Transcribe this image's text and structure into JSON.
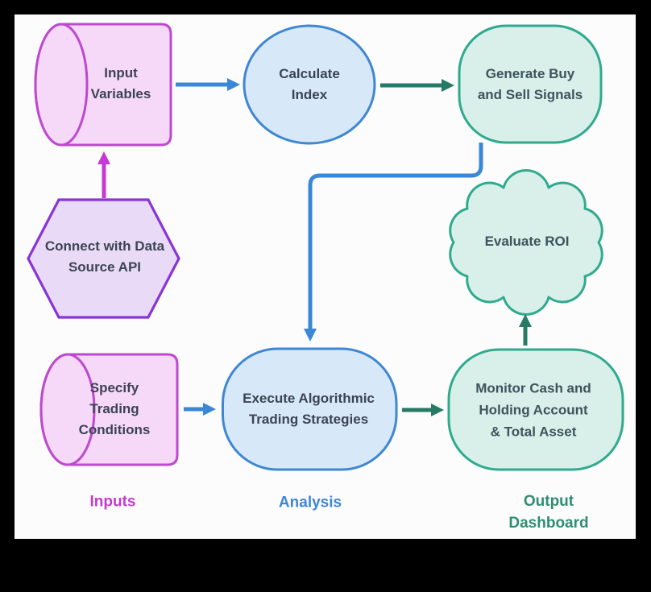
{
  "surface": {
    "background": "#fcfcfc",
    "frame": "#000000"
  },
  "edge_colors": {
    "blue": "#3a87d7",
    "green": "#277a66",
    "magenta": "#c43ad3"
  },
  "text_colors": {
    "node": "#3c4454",
    "teal_node": "#3c545c"
  },
  "nodes": {
    "input_variables": {
      "lines": [
        "Input",
        "Variables"
      ],
      "shape": "cylinder",
      "fill": "#f6d8f8",
      "stroke": "#bd49ce"
    },
    "connect_api": {
      "lines": [
        "Connect with Data",
        "Source API"
      ],
      "shape": "hexagon",
      "fill": "#e9daf7",
      "stroke": "#8a33d6"
    },
    "calculate_index": {
      "lines": [
        "Calculate",
        "Index"
      ],
      "shape": "circle",
      "fill": "#d7e8f8",
      "stroke": "#3f87d2"
    },
    "generate_signals": {
      "lines": [
        "Generate Buy",
        "and Sell Signals"
      ],
      "shape": "rounded",
      "fill": "#d8f0e9",
      "stroke": "#2faa8e"
    },
    "evaluate_roi": {
      "lines": [
        "Evaluate ROI"
      ],
      "shape": "cloud",
      "fill": "#d8f0e9",
      "stroke": "#2faa8e"
    },
    "specify_conditions": {
      "lines": [
        "Specify",
        "Trading",
        "Conditions"
      ],
      "shape": "cylinder",
      "fill": "#f6d8f8",
      "stroke": "#bd49ce"
    },
    "execute_strategies": {
      "lines": [
        "Execute Algorithmic",
        "Trading Strategies"
      ],
      "shape": "stadium",
      "fill": "#d7e8f8",
      "stroke": "#3f87d2"
    },
    "monitor_account": {
      "lines": [
        "Monitor Cash and",
        "Holding Account",
        "& Total Asset"
      ],
      "shape": "rounded",
      "fill": "#d8f0e9",
      "stroke": "#2faa8e"
    }
  },
  "column_labels": {
    "inputs": {
      "lines": [
        "Inputs"
      ],
      "color": "#c33ccf"
    },
    "analysis": {
      "lines": [
        "Analysis"
      ],
      "color": "#3e86d8"
    },
    "output": {
      "lines": [
        "Output",
        "Dashboard"
      ],
      "color": "#2f8e72"
    }
  },
  "edges": [
    {
      "from": "input_variables",
      "to": "calculate_index",
      "color": "blue"
    },
    {
      "from": "calculate_index",
      "to": "generate_signals",
      "color": "green"
    },
    {
      "from": "connect_api",
      "to": "input_variables",
      "color": "magenta"
    },
    {
      "from": "generate_signals",
      "to": "execute_strategies",
      "color": "blue"
    },
    {
      "from": "specify_conditions",
      "to": "execute_strategies",
      "color": "blue"
    },
    {
      "from": "execute_strategies",
      "to": "monitor_account",
      "color": "green"
    },
    {
      "from": "monitor_account",
      "to": "evaluate_roi",
      "color": "green"
    }
  ]
}
